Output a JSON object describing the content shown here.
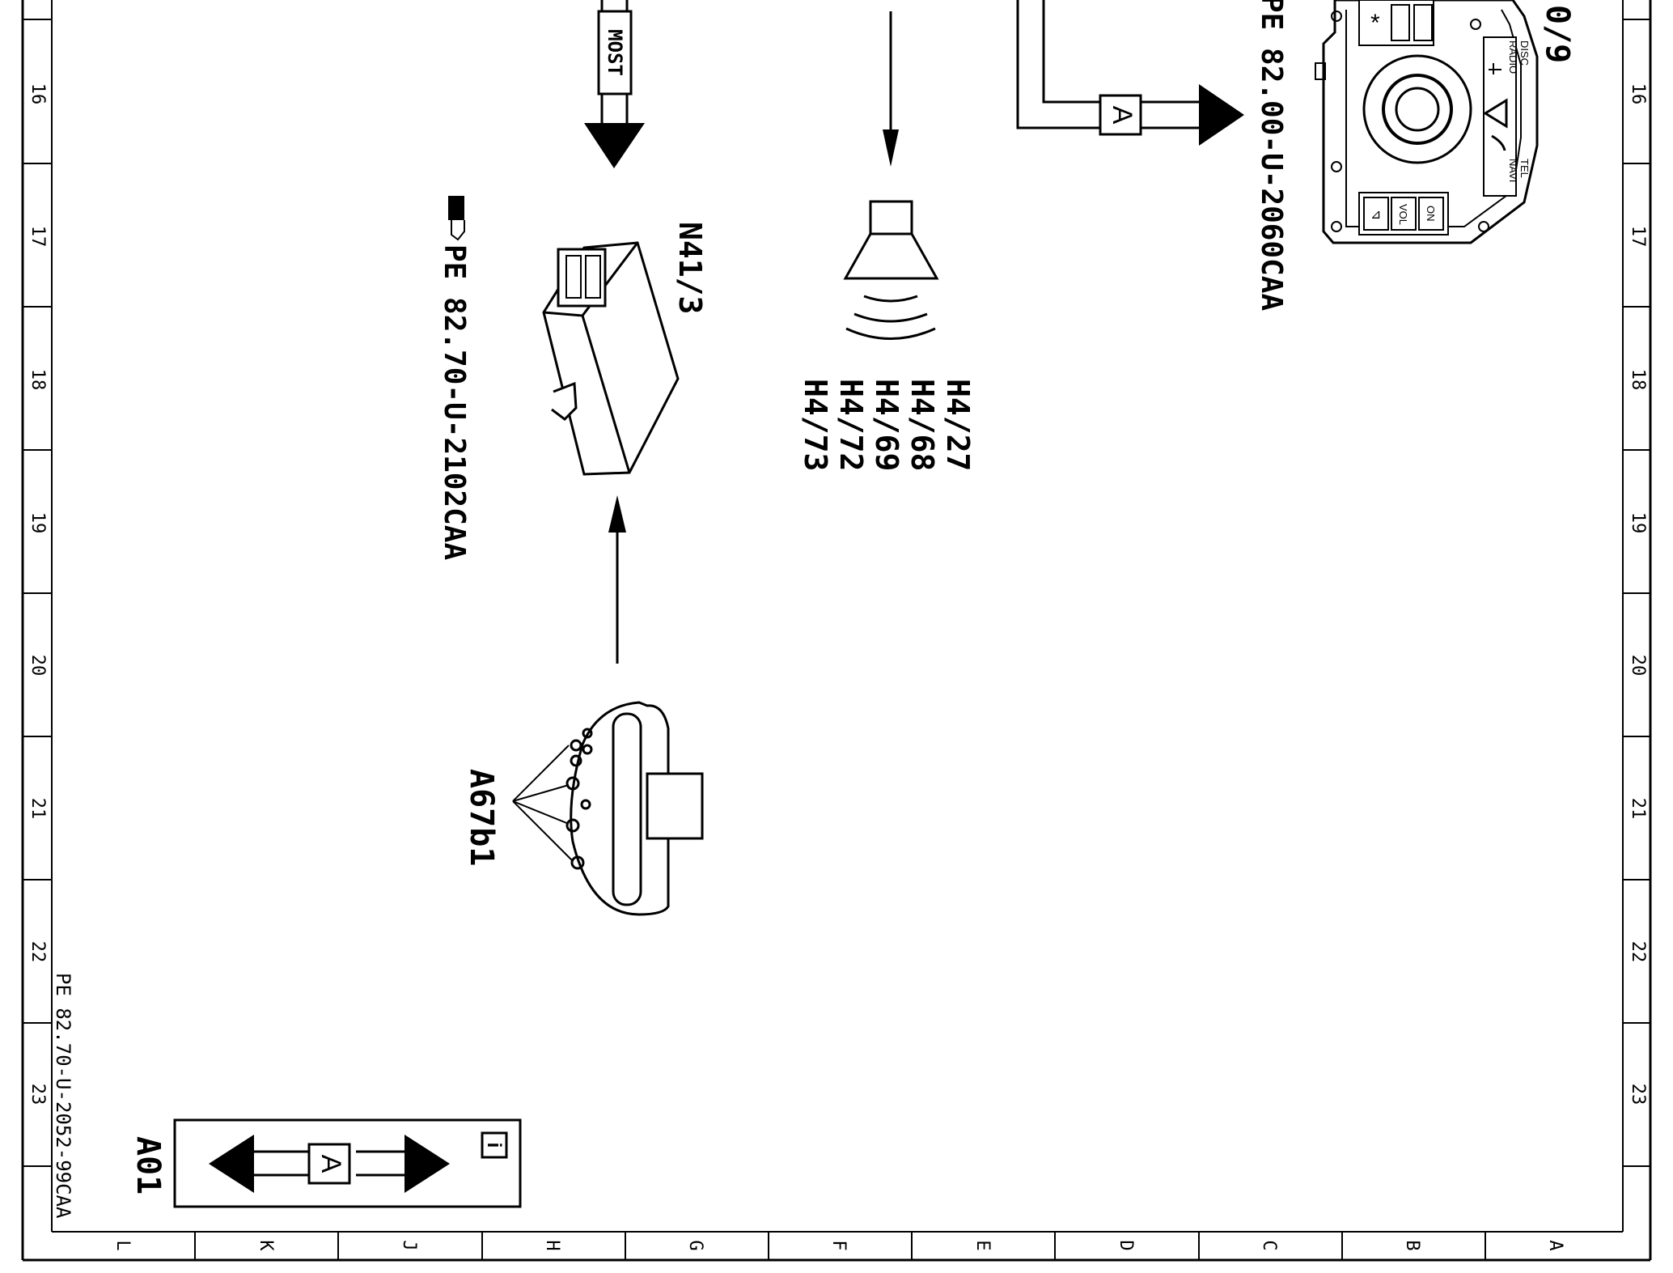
{
  "frame": {
    "row_labels": [
      "16",
      "17",
      "18",
      "19",
      "20",
      "21",
      "22",
      "23"
    ],
    "column_labels": [
      "L",
      "K",
      "J",
      "H",
      "G",
      "F",
      "E",
      "D",
      "C",
      "B",
      "A"
    ]
  },
  "labels": {
    "most_bus": "MOST",
    "steering_switch_ref_partial": "0/9",
    "steering_switch_doc_ref": "PE 82.00-U-2060CAA",
    "connection_a": "A",
    "module_id": "N41/3",
    "module_doc_ref": "PE 82.70-U-2102CAA",
    "speakers": [
      "H4/27",
      "H4/68",
      "H4/69",
      "H4/72",
      "H4/73"
    ],
    "microphone_id": "A67b1",
    "drawing_id": "PE 82.70-U-2052-99CAA",
    "legend_id": "A01",
    "legend_symbol": "A",
    "info_symbol": "i"
  },
  "switch_panel": {
    "disc": "DISC",
    "radio": "RADIO",
    "tel": "TEL",
    "navi": "NAVI",
    "vol": "VOL",
    "on": "ON"
  },
  "icons": [
    "arrow-down-icon",
    "arrow-up-icon",
    "arrow-right-icon",
    "double-arrow-icon",
    "info-icon",
    "speaker-icon",
    "steering-switch-icon",
    "control-module-icon",
    "microphone-icon",
    "hand-pointer-icon"
  ]
}
